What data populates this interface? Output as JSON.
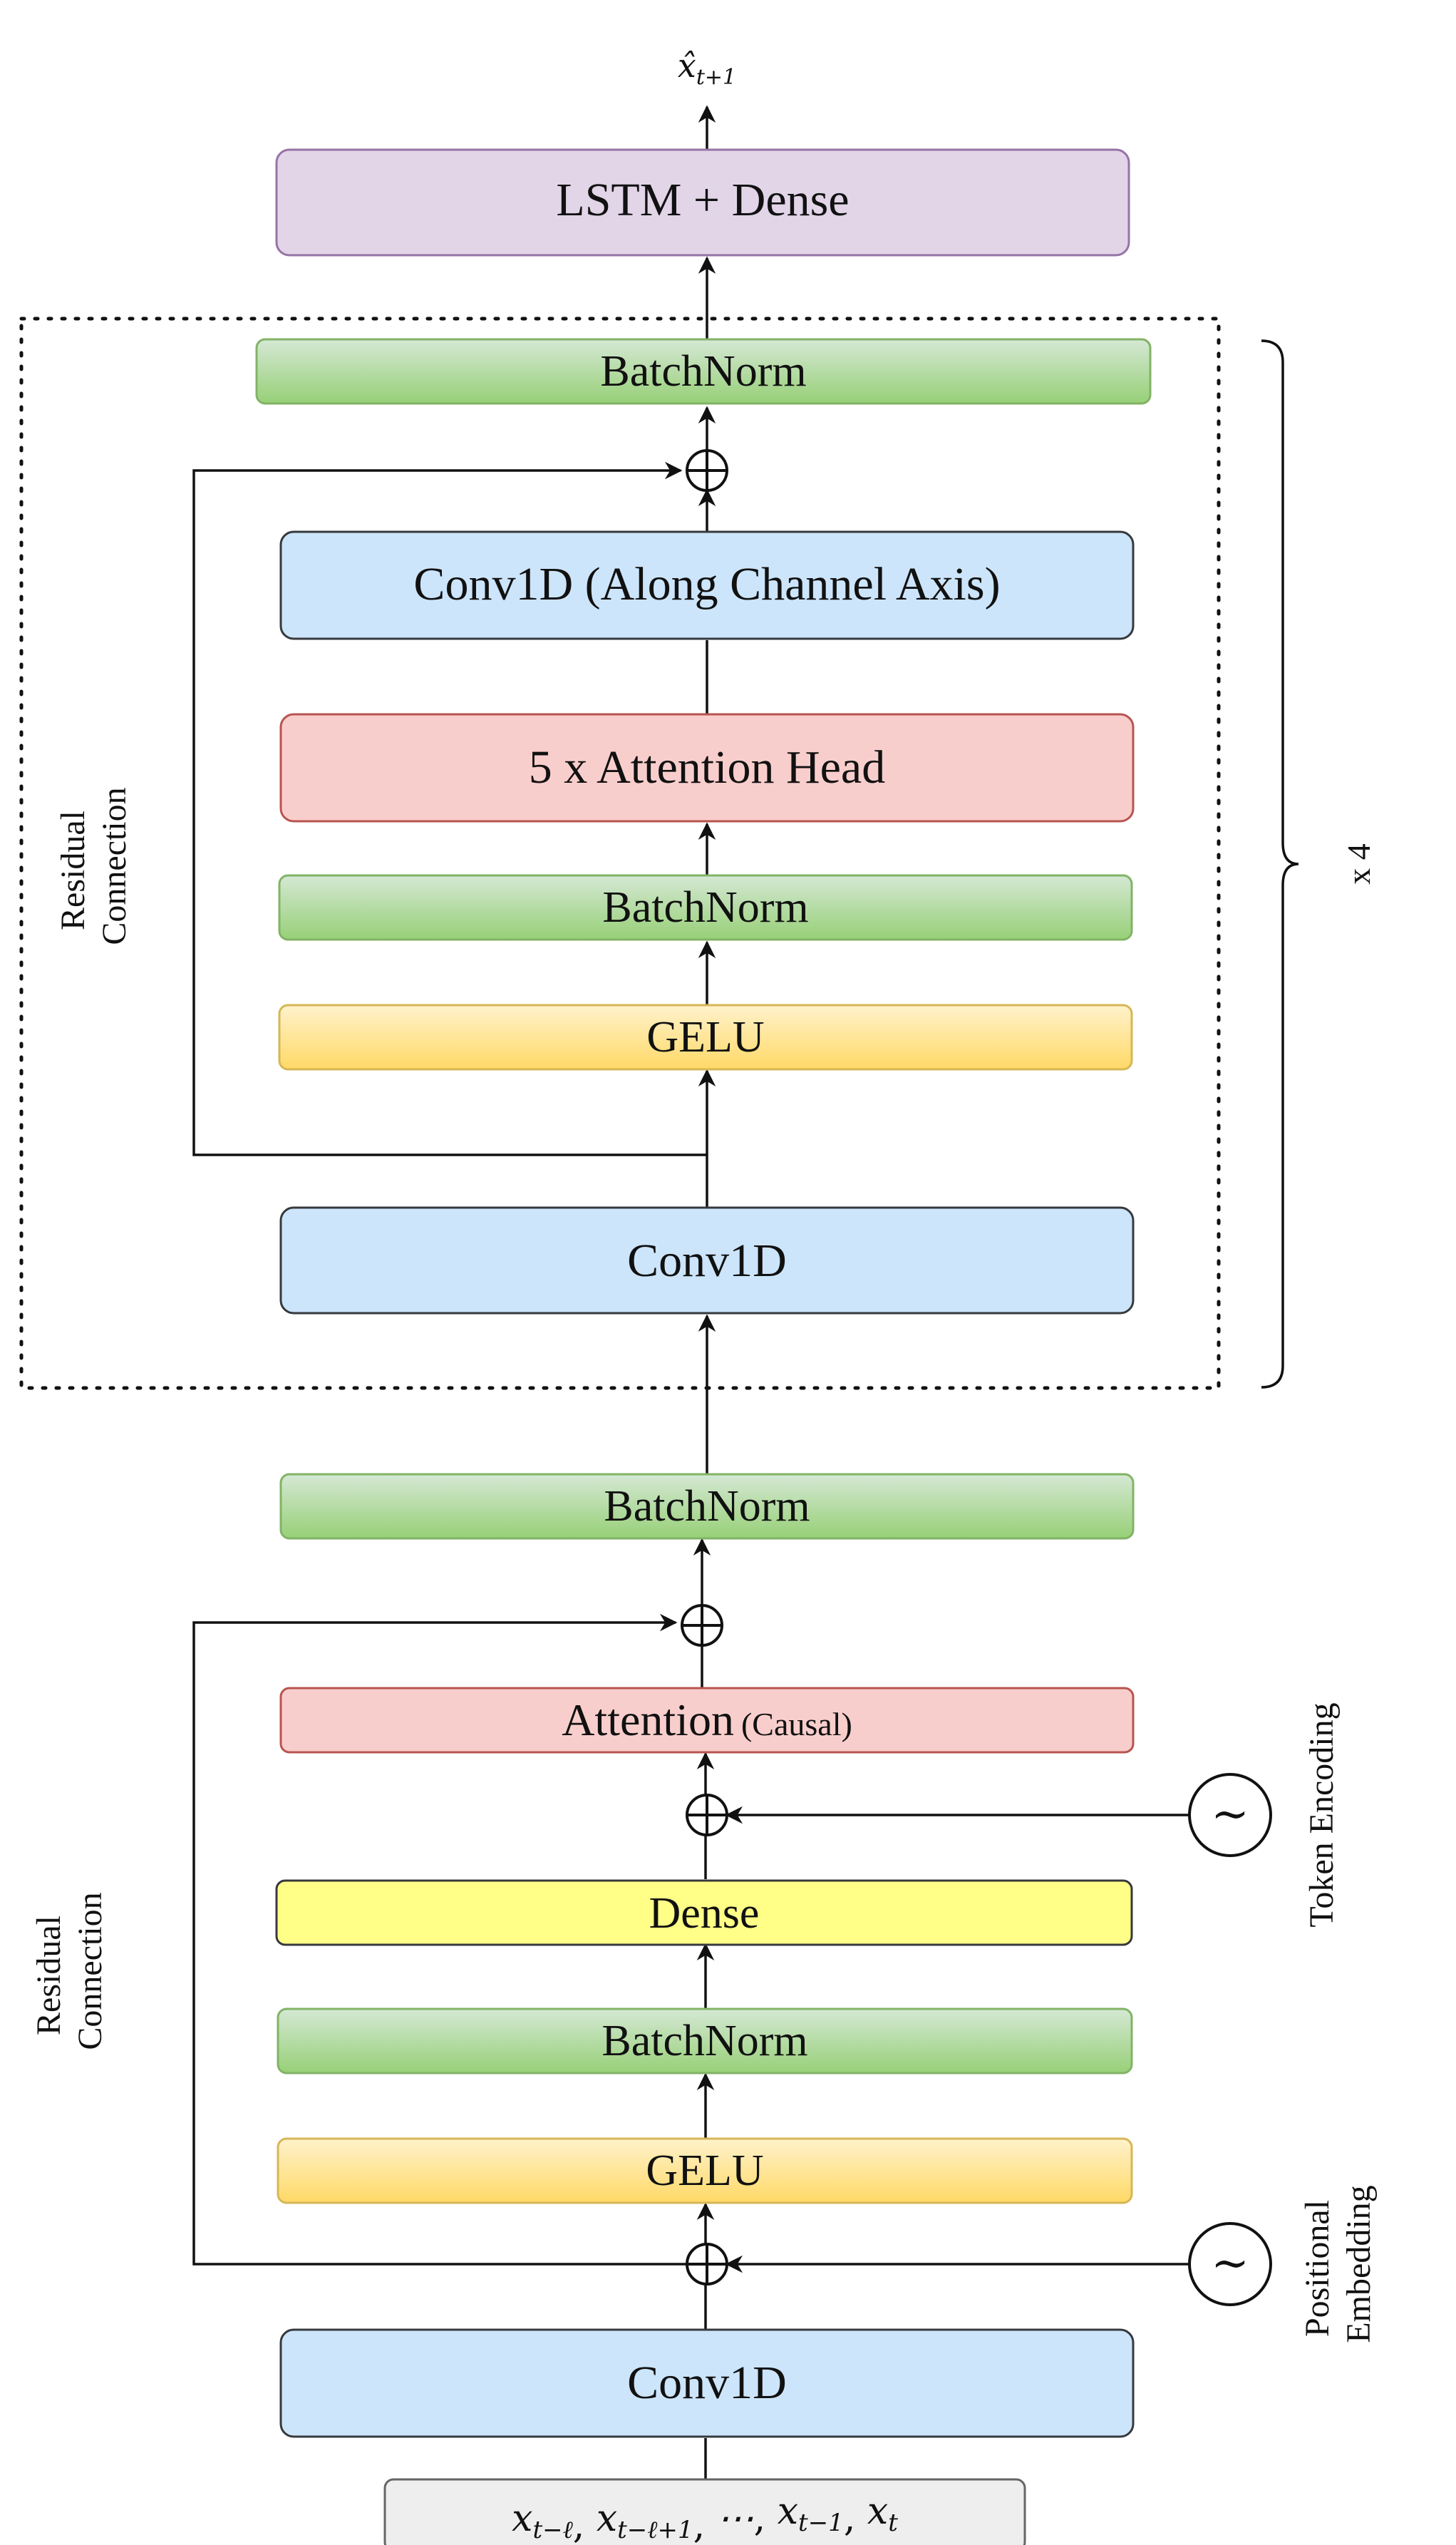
{
  "colors": {
    "lstm_fill": "#e1d5e7",
    "lstm_stroke": "#9673a6",
    "conv_fill": "#cce5fb",
    "conv_stroke": "#36393d",
    "attn_fill": "#f8cecc",
    "attn_stroke": "#b85450",
    "norm_top": "#d5e8d4",
    "norm_bottom": "#97d077",
    "norm_stroke": "#82b366",
    "gelu_top": "#fff2cc",
    "gelu_bottom": "#ffd966",
    "gelu_stroke": "#d6b656",
    "dense_fill": "#ffff88",
    "dense_stroke": "#36393d",
    "input_fill": "#eeeeee",
    "input_stroke": "#666666"
  },
  "output": {
    "symbol": "x̂",
    "subscript": "t+1"
  },
  "blocks": {
    "lstm": "LSTM + Dense",
    "repeat_batchnorm_top": "BatchNorm",
    "conv_channel": "Conv1D (Along Channel Axis)",
    "attention_heads": "5 x Attention Head",
    "repeat_batchnorm_mid": "BatchNorm",
    "repeat_gelu": "GELU",
    "repeat_conv": "Conv1D",
    "batchnorm_mid": "BatchNorm",
    "attention_label": "Attention",
    "attention_note": "(Causal)",
    "dense": "Dense",
    "batchnorm_low": "BatchNorm",
    "gelu_low": "GELU",
    "conv_input": "Conv1D"
  },
  "labels": {
    "residual_top_line1": "Residual",
    "residual_top_line2": "Connection",
    "residual_bottom_line1": "Residual",
    "residual_bottom_line2": "Connection",
    "repeat": "x 4",
    "token_encoding": "Token Encoding",
    "positional_line1": "Positional",
    "positional_line2": "Embedding",
    "sine_symbol": "∼"
  },
  "input_sequence": {
    "terms": [
      {
        "base": "x",
        "sub": "t−ℓ"
      },
      {
        "base": "x",
        "sub": "t−ℓ+1"
      },
      {
        "base": "⋯",
        "sub": ""
      },
      {
        "base": "x",
        "sub": "t−1"
      },
      {
        "base": "x",
        "sub": "t"
      }
    ],
    "separator": ", "
  }
}
